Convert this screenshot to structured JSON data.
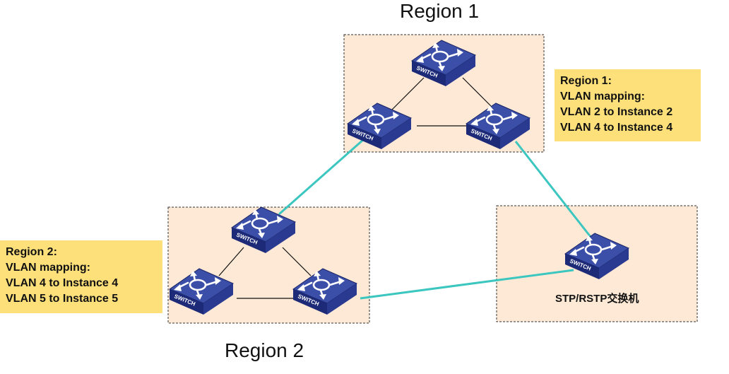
{
  "region1": {
    "title": "Region 1",
    "note": [
      "Region 1:",
      "VLAN mapping:",
      "VLAN 2 to Instance 2",
      "VLAN 4 to Instance 4"
    ]
  },
  "region2": {
    "title": "Region 2",
    "note": [
      "Region 2:",
      "VLAN mapping:",
      "VLAN 4 to Instance 4",
      "VLAN 5 to Instance 5"
    ]
  },
  "stp": {
    "label": "STP/RSTP交换机"
  },
  "switch_label": "SWITCH",
  "colors": {
    "region_fill": "#fde9d5",
    "note_fill": "#fde07a",
    "inter_region_link": "#3cc6c0",
    "intra_region_link": "#111111",
    "switch_top": "#3b4fa8",
    "switch_front": "#1d2a78",
    "switch_side": "#2a3a90"
  },
  "icons": {
    "switch": "network-switch-icon"
  }
}
